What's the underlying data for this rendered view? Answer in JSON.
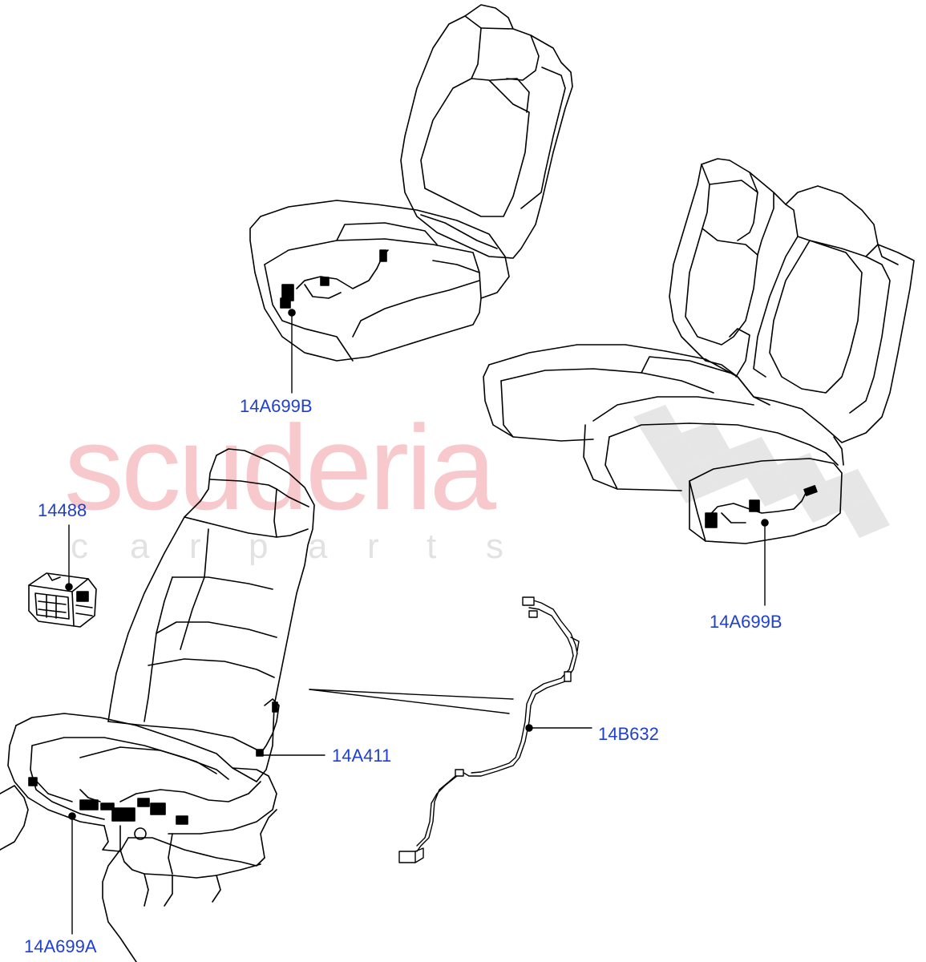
{
  "watermark": {
    "brand": "scuderia",
    "tagline": [
      "c",
      "a",
      "r",
      "p",
      "a",
      "r",
      "t",
      "s"
    ]
  },
  "callouts": {
    "rear_seat_harness_top": "14A699B",
    "rear_seat_harness_right": "14A699B",
    "module": "14488",
    "front_seat_harness": "14A699A",
    "backrest_harness": "14A411",
    "link_harness": "14B632"
  },
  "colors": {
    "callout_text": "#1f3fd0",
    "line_art": "#000000",
    "watermark_brand": "#f7c9cc",
    "watermark_tagline": "#e2e2e2",
    "background": "#ffffff"
  }
}
